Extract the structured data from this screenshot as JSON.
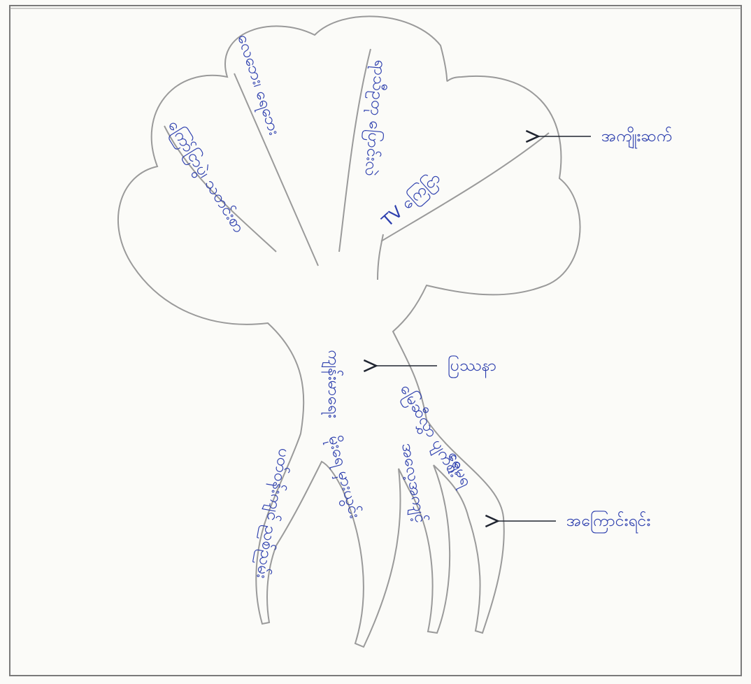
{
  "tree_problem": {
    "leaves": {
      "l1": "ကြော်ငြာပွဲ၊ သတင်းစာ",
      "l2": "လေဘေး၊ ရေဘေး",
      "l3": "ရာသီဥတု ပြောင်းလဲ",
      "l4": "TV ကြေငြာ"
    },
    "trunk": "ကျန်းမာရေး",
    "roots": {
      "r1": "ပတ်ဝန်းကျင် ညစ်ညမ်း",
      "r2": "မိုးရေ မှားယွင်း",
      "r3": "အလေ့အကျင့်",
      "r4": "မြေဆီလွှာ ပျက်စီး",
      "r5": "ရေမရ"
    }
  },
  "arrow_labels": {
    "leaves": "အကျိုးဆက်",
    "trunk": "ပြဿနာ",
    "roots": "အကြောင်းရင်း"
  }
}
